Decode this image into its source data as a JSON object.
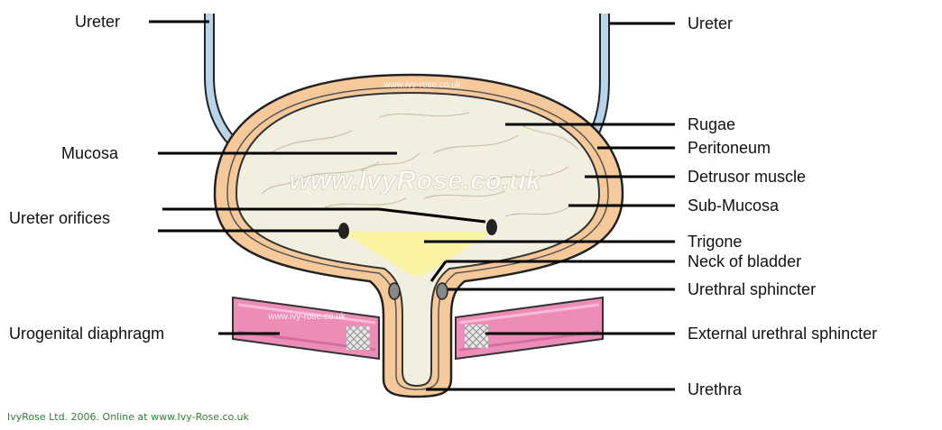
{
  "labels": {
    "ureter_left": "Ureter",
    "ureter_right": "Ureter",
    "rugae": "Rugae",
    "peritoneum": "Peritoneum",
    "mucosa": "Mucosa",
    "detrusor": "Detrusor muscle",
    "sub_mucosa": "Sub-Mucosa",
    "ureter_orifices": "Ureter orifices",
    "trigone": "Trigone",
    "neck": "Neck of bladder",
    "urethral_sphincter": "Urethral sphincter",
    "urogenital": "Urogenital diaphragm",
    "external_sphincter": "External urethral sphincter",
    "urethra": "Urethra"
  },
  "watermarks": {
    "main": "www.IvyRose.co.uk",
    "top": "www.ivy-rose.co.uk",
    "diaphragm": "www.ivy-rose.co.uk"
  },
  "caption": "IvyRose Ltd. 2006. Online at www.Ivy-Rose.co.uk",
  "colors": {
    "muscle": "#f6c99a",
    "mucosa": "#f3efe0",
    "ureter": "#b9d3e8",
    "trigone": "#fbf39a",
    "diaphragm": "#ec8db8",
    "caption": "#2e7d32"
  }
}
